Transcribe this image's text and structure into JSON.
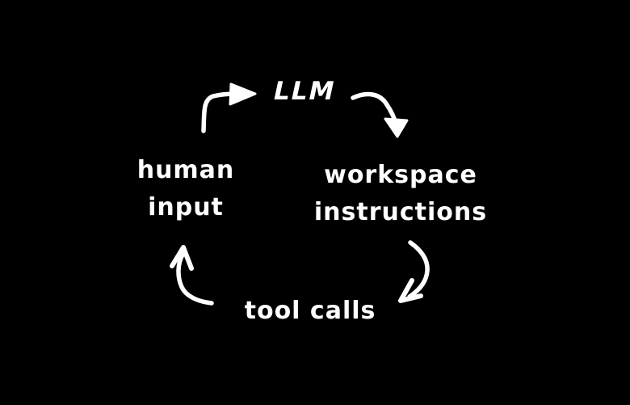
{
  "style": {
    "background_color": "#000000",
    "ink_color": "#ffffff"
  },
  "diagram": {
    "type": "cycle",
    "nodes": [
      {
        "id": "llm",
        "label": "LLM"
      },
      {
        "id": "workspace-instructions",
        "label": "workspace instructions",
        "lines": [
          "workspace",
          "instructions"
        ]
      },
      {
        "id": "tool-calls",
        "label": "tool calls"
      },
      {
        "id": "human-input",
        "label": "human input",
        "lines": [
          "human",
          "input"
        ]
      }
    ],
    "edges": [
      {
        "from": "human input",
        "to": "LLM",
        "direction": "up-then-right"
      },
      {
        "from": "LLM",
        "to": "workspace instructions",
        "direction": "right-then-down"
      },
      {
        "from": "workspace instructions",
        "to": "tool calls",
        "direction": "down-then-left"
      },
      {
        "from": "tool calls",
        "to": "human input",
        "direction": "left-then-up"
      }
    ]
  }
}
